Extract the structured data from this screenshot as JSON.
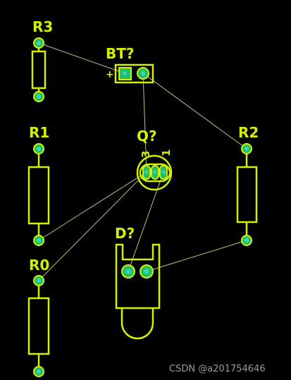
{
  "components": {
    "r3": {
      "ref": "R3"
    },
    "bt": {
      "ref": "BT?",
      "plus_label": "+"
    },
    "r1": {
      "ref": "R1"
    },
    "q": {
      "ref": "Q?",
      "pin3_label": "3",
      "pin1_label": "1"
    },
    "r2": {
      "ref": "R2"
    },
    "r0": {
      "ref": "R0"
    },
    "d": {
      "ref": "D?"
    }
  },
  "watermark": "CSDN @a201754646",
  "colors": {
    "background": "#000000",
    "silkscreen": "#d4f000",
    "pad": "#22c060",
    "ratsnest": "#b8c878"
  }
}
